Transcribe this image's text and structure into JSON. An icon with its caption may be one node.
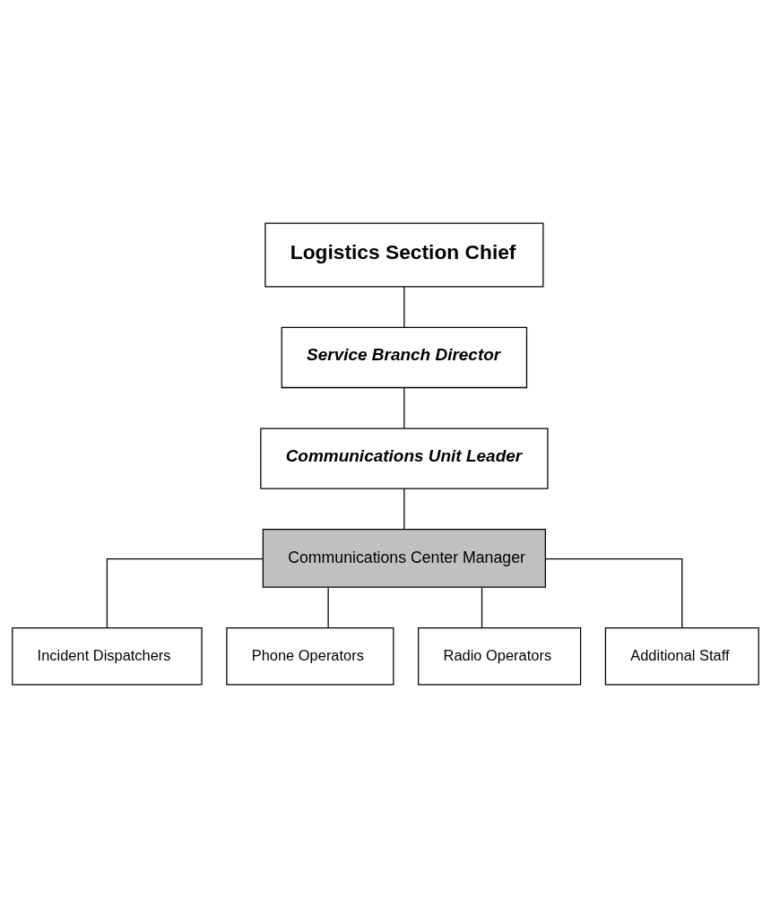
{
  "diagram": {
    "nodes": [
      {
        "text": [
          "Logistics Section Chief"
        ]
      },
      {
        "text": [
          "Service Branch Director"
        ]
      },
      {
        "text": [
          "Communications Unit Leader"
        ]
      },
      {
        "text": [
          "Communications Center Manager"
        ]
      },
      {
        "text": [
          "Incident Dispatchers"
        ]
      },
      {
        "text": [
          "Phone Operators"
        ]
      },
      {
        "text": [
          "Radio Operators"
        ]
      },
      {
        "text": [
          "Additional Staff"
        ]
      }
    ],
    "edges": [
      {
        "from": 0,
        "to": 1,
        "arrow": "none"
      },
      {
        "from": 1,
        "to": 2,
        "arrow": "none"
      },
      {
        "from": 2,
        "to": 3,
        "arrow": "none"
      },
      {
        "from": 3,
        "to": 4,
        "arrow": "none"
      },
      {
        "from": 3,
        "to": 5,
        "arrow": "none"
      },
      {
        "from": 3,
        "to": 6,
        "arrow": "none"
      },
      {
        "from": 3,
        "to": 7,
        "arrow": "none"
      }
    ]
  }
}
